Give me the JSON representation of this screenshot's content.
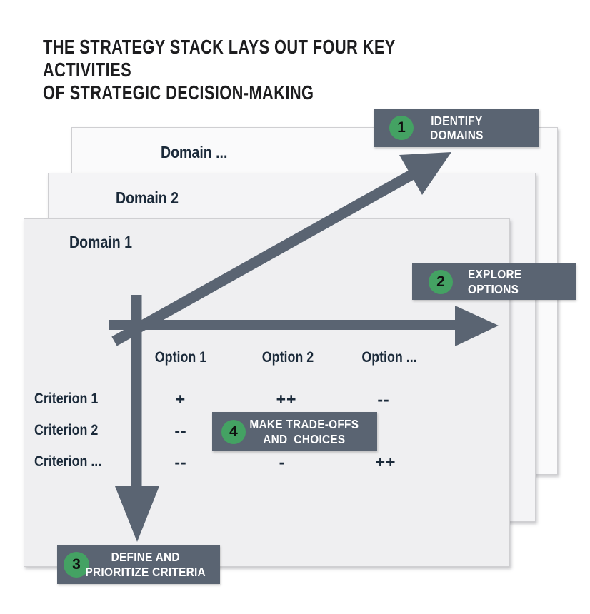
{
  "title": "THE STRATEGY STACK LAYS OUT FOUR KEY ACTIVITIES\nOF STRATEGIC DECISION-MAKING",
  "stack": {
    "domains": [
      {
        "label": "Domain 1"
      },
      {
        "label": "Domain 2"
      },
      {
        "label": "Domain ..."
      }
    ]
  },
  "activities": [
    {
      "number": "1",
      "label": "IDENTIFY\nDOMAINS"
    },
    {
      "number": "2",
      "label": "EXPLORE\nOPTIONS"
    },
    {
      "number": "3",
      "label": "DEFINE AND\nPRIORITIZE CRITERIA"
    },
    {
      "number": "4",
      "label": "MAKE TRADE-OFFS\nAND  CHOICES"
    }
  ],
  "matrix": {
    "column_headers": [
      "Option 1",
      "Option 2",
      "Option ..."
    ],
    "row_headers": [
      "Criterion 1",
      "Criterion 2",
      "Criterion ..."
    ],
    "cells": [
      [
        "+",
        "++",
        "--"
      ],
      [
        "--",
        "",
        ""
      ],
      [
        "--",
        "-",
        "++"
      ]
    ]
  },
  "colors": {
    "bar": "#5a6472",
    "badge_green": "#44a263",
    "text_navy": "#1b2a3a"
  }
}
